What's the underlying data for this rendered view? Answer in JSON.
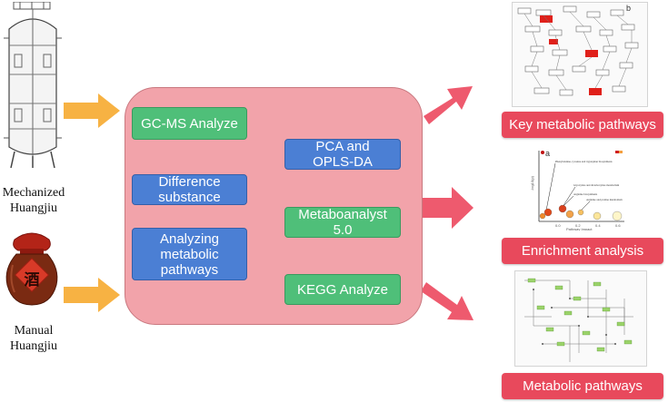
{
  "left": {
    "mechanized_label": "Mechanized\nHuangjiu",
    "manual_label": "Manual\nHuangjiu",
    "jar_character": "酒"
  },
  "center": {
    "gcms": "GC-MS Analyze",
    "pca": "PCA and\nOPLS-DA",
    "difference": "Difference\nsubstance",
    "metaboanalyst": "Metaboanalyst\n5.0",
    "analyzing": "Analyzing\nmetabolic\npathways",
    "kegg": "KEGG Analyze"
  },
  "right": {
    "key_pathways": "Key metabolic pathways",
    "enrichment": "Enrichment analysis",
    "metabolic_pathways": "Metabolic pathways",
    "thumb1_letter": "b",
    "thumb2_letter": "a"
  },
  "colors": {
    "panel": "#f2a3aa",
    "green_box": "#4fbf79",
    "blue_box": "#4b7fd4",
    "red_label": "#e8495c",
    "orange_arrow": "#f7b243",
    "pink_arrow": "#ee5a6e",
    "blue_arrow": "#4b8be0"
  }
}
